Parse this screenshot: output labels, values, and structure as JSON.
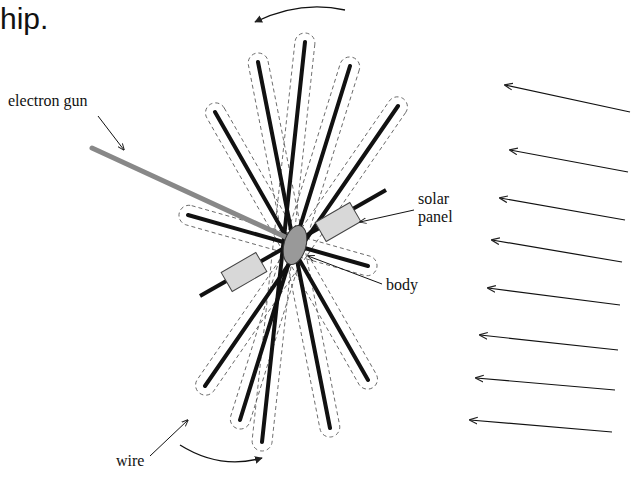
{
  "diagram": {
    "labels": [
      "hip.",
      "electron gun",
      "solar panel",
      "body",
      "wire"
    ]
  }
}
